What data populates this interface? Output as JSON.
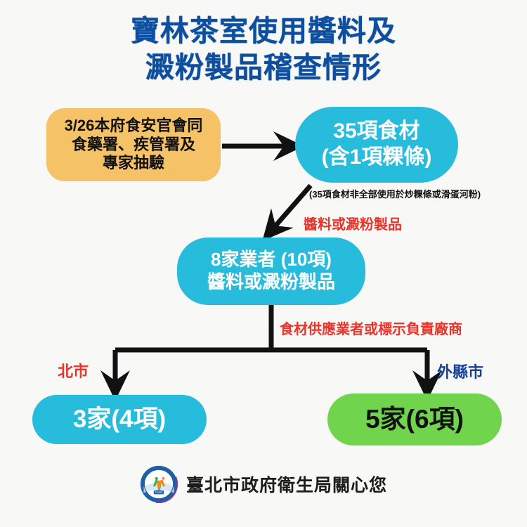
{
  "title": {
    "line1": "寶林茶室使用醬料及",
    "line2": "澱粉製品稽查情形",
    "color": "#0d4f9e"
  },
  "colors": {
    "background": "#f8f8f6",
    "title_blue": "#0d4f9e",
    "orange": "#f6c268",
    "cyan": "#27bcdc",
    "green": "#70d44d",
    "red": "#e8342a",
    "dark_blue": "#16409a",
    "arrow_black": "#111111"
  },
  "nodes": {
    "sampling": {
      "line1": "3/26本府食安官會同",
      "line2": "食藥署、疾管署及",
      "line3": "專家抽驗",
      "fill": "#f6c268",
      "text_color": "#111111"
    },
    "ingredients": {
      "line1": "35項食材",
      "line2": "(含1項粿條)",
      "fill": "#27bcdc",
      "text_color": "#ffffff",
      "count": 35,
      "included_noodle_items": 1
    },
    "vendors": {
      "line1": "8家業者 (10項)",
      "line2": "醬料或澱粉製品",
      "fill": "#27bcdc",
      "text_color": "#ffffff",
      "vendor_count": 8,
      "item_count": 10
    },
    "taipei": {
      "label": "3家(4項)",
      "fill": "#27bcdc",
      "text_color": "#ffffff",
      "vendor_count": 3,
      "item_count": 4
    },
    "outside": {
      "label": "5家(6項)",
      "fill": "#70d44d",
      "text_color": "#111111",
      "vendor_count": 5,
      "item_count": 6
    }
  },
  "annotations": {
    "ingredients_note": "(35項食材非全部使用於炒粿條或滑蛋河粉)",
    "sauce_or_starch": "醬料或澱粉製品",
    "supplier_or_labeled": "食材供應業者或標示負責廠商",
    "branch_taipei": "北市",
    "branch_outside": "外縣市"
  },
  "footer": {
    "text": "臺北市政府衛生局關心您",
    "logo_name": "taipei-city-health-department-seal"
  }
}
